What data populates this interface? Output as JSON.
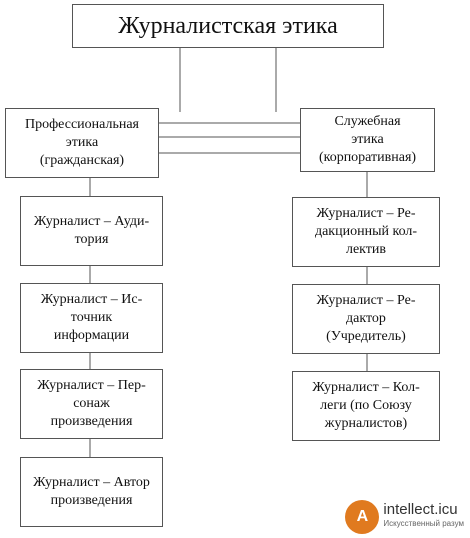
{
  "diagram": {
    "root": "Журналистская этика",
    "branches": {
      "left": "Профессиональная\nэтика\n(гражданская)",
      "right": "Служебная\nэтика\n(корпоративная)"
    },
    "left_items": [
      "Журналист – Ауди-\nтория\n ",
      "Журналист – Ис-\nточник\nинформации",
      "Журналист – Пер-\nсонаж\nпроизведения",
      "Журналист – Автор\nпроизведения\n "
    ],
    "right_items": [
      "Журналист – Ре-\nдакционный кол-\nлектив",
      "Журналист – Ре-\nдактор\n(Учредитель)",
      "Журналист – Кол-\nлеги (по Союзу\nжурналистов)"
    ]
  },
  "watermark": {
    "logo_letter": "A",
    "name": "intellect.icu",
    "tagline": "Искусственный разум"
  }
}
